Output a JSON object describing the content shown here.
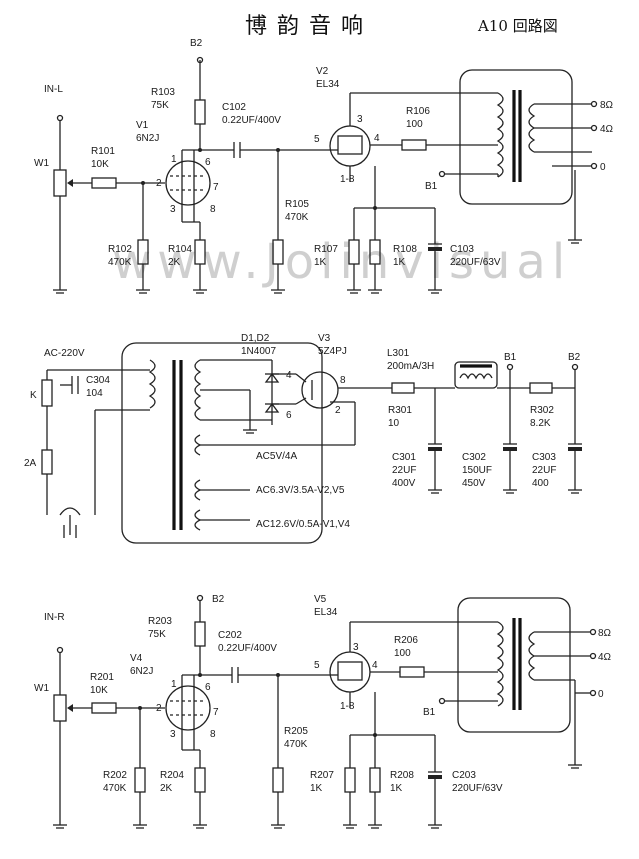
{
  "header": {
    "title": "博韵音响",
    "subtitle": "A10 回路図"
  },
  "watermark": "www.Jolinvisual",
  "left_channel": {
    "input": "IN-L",
    "vol": "W1",
    "r_in": [
      "R101",
      "10K"
    ],
    "tube1": [
      "V1",
      "6N2J"
    ],
    "r_grid": [
      "R102",
      "470K"
    ],
    "r_cath": [
      "R104",
      "2K"
    ],
    "r_plate": [
      "R103",
      "75K"
    ],
    "b2": "B2",
    "cap": [
      "C102",
      "0.22UF/400V"
    ],
    "r_g2": [
      "R105",
      "470K"
    ],
    "tube2": [
      "V2",
      "EL34"
    ],
    "r_screen": [
      "R106",
      "100"
    ],
    "r_k1": [
      "R107",
      "1K"
    ],
    "r_k2": [
      "R108",
      "1K"
    ],
    "c_k": [
      "C103",
      "220UF/63V"
    ],
    "b1": "B1",
    "taps": [
      "8Ω",
      "4Ω",
      "0"
    ],
    "pins1": [
      "1",
      "2",
      "3",
      "6",
      "7",
      "8"
    ],
    "pins2": [
      "3",
      "4",
      "5",
      "1-8"
    ]
  },
  "power_supply": {
    "mains": "AC-220V",
    "switch": "K",
    "c_mains": [
      "C304",
      "104"
    ],
    "fuse": "2A",
    "diodes": [
      "D1,D2",
      "1N4007"
    ],
    "rect": [
      "V3",
      "5Z4PJ"
    ],
    "choke": [
      "L301",
      "200mA/3H"
    ],
    "r301": [
      "R301",
      "10"
    ],
    "r302": [
      "R302",
      "8.2K"
    ],
    "c301": [
      "C301",
      "22UF",
      "400V"
    ],
    "c302": [
      "C302",
      "150UF",
      "450V"
    ],
    "c303": [
      "C303",
      "22UF",
      "400"
    ],
    "w1": "AC5V/4A",
    "w2": "AC6.3V/3.5A-V2,V5",
    "w3": "AC12.6V/0.5A-V1,V4",
    "b1": "B1",
    "b2": "B2",
    "pins": [
      "4",
      "6",
      "8",
      "2"
    ]
  },
  "right_channel": {
    "input": "IN-R",
    "vol": "W1",
    "r_in": [
      "R201",
      "10K"
    ],
    "tube1": [
      "V4",
      "6N2J"
    ],
    "r_grid": [
      "R202",
      "470K"
    ],
    "r_cath": [
      "R204",
      "2K"
    ],
    "r_plate": [
      "R203",
      "75K"
    ],
    "b2": "B2",
    "cap": [
      "C202",
      "0.22UF/400V"
    ],
    "r_g2": [
      "R205",
      "470K"
    ],
    "tube2": [
      "V5",
      "EL34"
    ],
    "r_screen": [
      "R206",
      "100"
    ],
    "r_k1": [
      "R207",
      "1K"
    ],
    "r_k2": [
      "R208",
      "1K"
    ],
    "c_k": [
      "C203",
      "220UF/63V"
    ],
    "b1": "B1",
    "taps": [
      "8Ω",
      "4Ω",
      "0"
    ],
    "pins1": [
      "1",
      "2",
      "3",
      "6",
      "7",
      "8"
    ],
    "pins2": [
      "3",
      "4",
      "5",
      "1-8"
    ]
  }
}
